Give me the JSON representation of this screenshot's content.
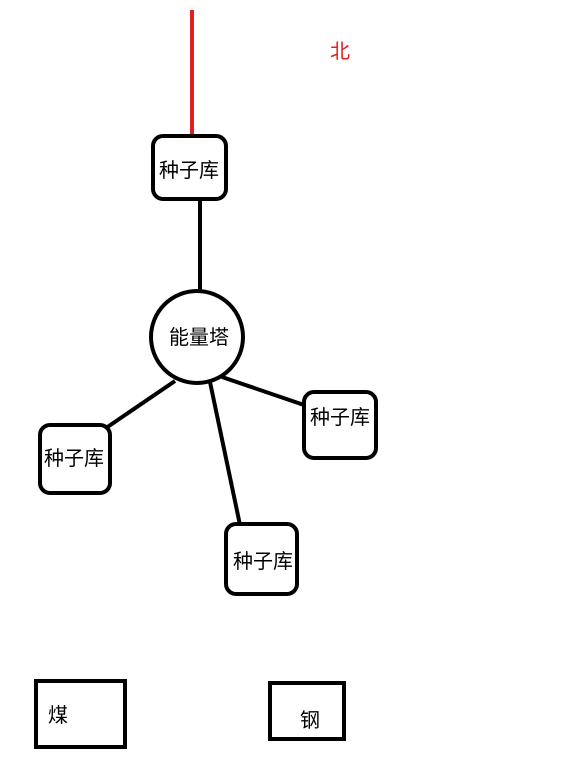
{
  "compass": {
    "label": "北",
    "color": "#e02020"
  },
  "tower": {
    "label": "能量塔"
  },
  "seed_stores": [
    {
      "label": "种子库"
    },
    {
      "label": "种子库"
    },
    {
      "label": "种子库"
    },
    {
      "label": "种子库"
    }
  ],
  "resources": [
    {
      "label": "煤"
    },
    {
      "label": "钢"
    }
  ],
  "colors": {
    "line": "#000000",
    "north_line": "#e02020"
  }
}
